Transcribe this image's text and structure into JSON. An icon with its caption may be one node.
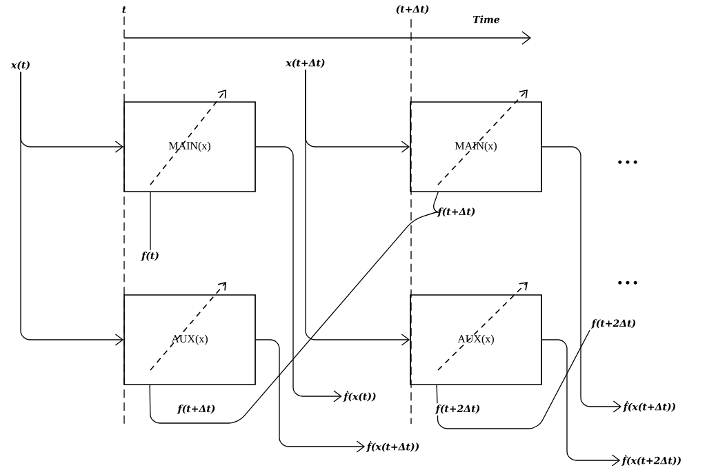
{
  "diagram": {
    "nodes": [
      {
        "text": [
          "x(t)"
        ]
      },
      {
        "text": [
          "MAIN(x)"
        ]
      },
      {
        "text": [
          "AUX(x)"
        ]
      },
      {
        "text": [
          "x(t+Δt)"
        ]
      },
      {
        "text": [
          "MAIN(x)"
        ]
      },
      {
        "text": [
          "AUX(x)"
        ]
      },
      {
        "text": [
          "f(t)"
        ]
      },
      {
        "text": [
          "f(t+Δt)"
        ]
      },
      {
        "text": [
          "f(t+2Δt)"
        ]
      },
      {
        "text": [
          "ḟ(x(t))"
        ]
      },
      {
        "text": [
          "ḟ(x(t+Δt))"
        ]
      },
      {
        "text": [
          "ḟ(x(t+Δt))"
        ]
      },
      {
        "text": [
          "ḟ(x(t+2Δt))"
        ]
      }
    ],
    "edges": [
      {
        "from": 0,
        "to": 1,
        "arrow": "to"
      },
      {
        "from": 0,
        "to": 2,
        "arrow": "to"
      },
      {
        "from": 6,
        "to": 1,
        "arrow": "none"
      },
      {
        "from": 1,
        "to": 9,
        "arrow": "to"
      },
      {
        "from": 2,
        "to": 10,
        "arrow": "to"
      },
      {
        "from": 2,
        "to": 7,
        "arrow": "none",
        "label": "f(t+Δt)"
      },
      {
        "from": 7,
        "to": 4,
        "arrow": "none"
      },
      {
        "from": 3,
        "to": 4,
        "arrow": "to"
      },
      {
        "from": 3,
        "to": 5,
        "arrow": "to"
      },
      {
        "from": 4,
        "to": 11,
        "arrow": "to"
      },
      {
        "from": 5,
        "to": 12,
        "arrow": "to"
      },
      {
        "from": 5,
        "to": 8,
        "arrow": "none",
        "label": "f(t+2Δt)"
      }
    ],
    "labels": [
      "t",
      "(t+Δt)",
      "Time",
      "• • •",
      "• • •"
    ]
  }
}
